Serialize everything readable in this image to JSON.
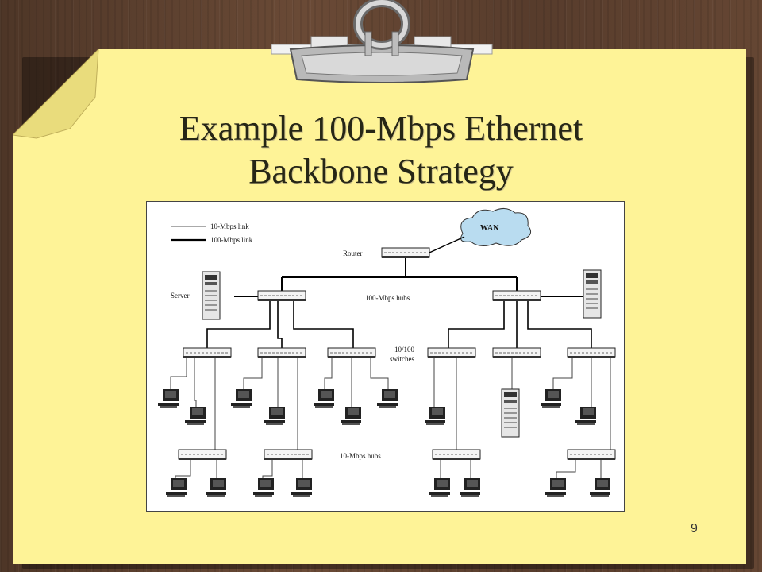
{
  "slide": {
    "title_line1": "Example 100-Mbps Ethernet",
    "title_line2": "Backbone Strategy",
    "page_number": "9"
  },
  "diagram": {
    "legend": {
      "thin_link": "10-Mbps link",
      "thick_link": "100-Mbps link"
    },
    "labels": {
      "wan": "WAN",
      "router": "Router",
      "server": "Server",
      "hubs_100": "100-Mbps hubs",
      "switches_line1": "10/100",
      "switches_line2": "switches",
      "hubs_10": "10-Mbps hubs"
    }
  },
  "colors": {
    "paper": "#fef397",
    "desk": "#5a4030",
    "title_text": "#262616"
  }
}
